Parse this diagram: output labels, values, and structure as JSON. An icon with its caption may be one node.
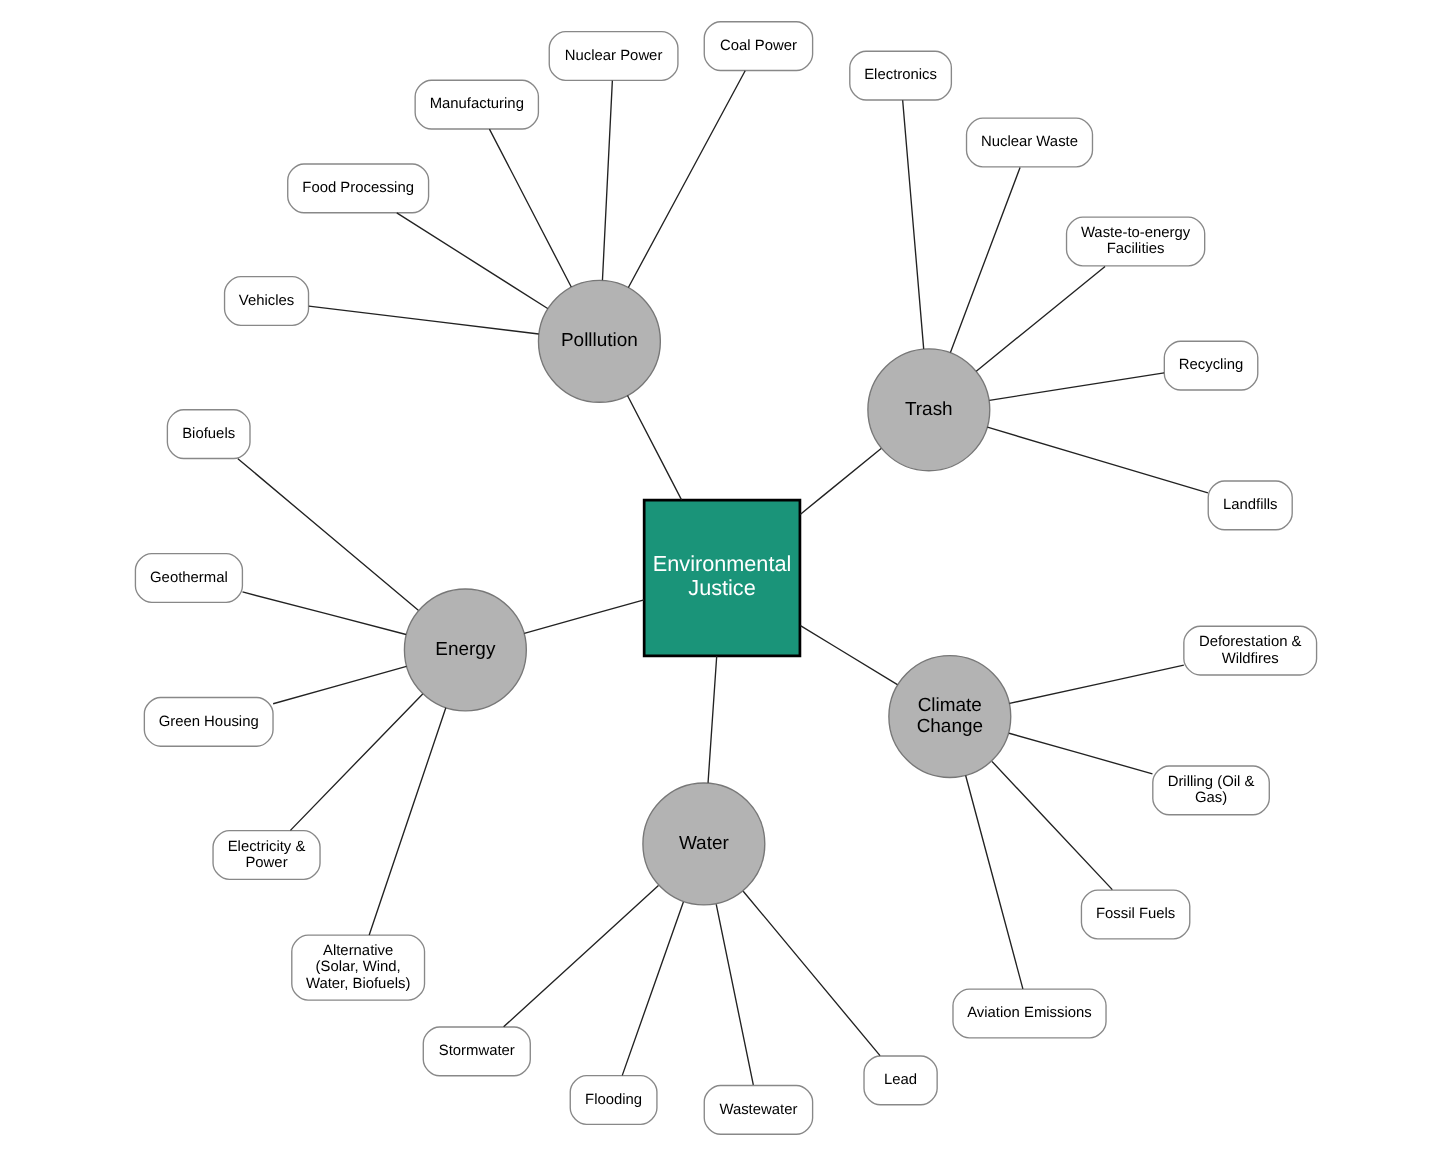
{
  "diagram": {
    "nodes": [
      {
        "text": [
          "Environmental Justice"
        ]
      },
      {
        "text": [
          "Trash"
        ]
      },
      {
        "text": [
          "Landfills"
        ]
      },
      {
        "text": [
          "Recycling"
        ]
      },
      {
        "text": [
          "Waste-to-energy Facilities"
        ]
      },
      {
        "text": [
          "Nuclear Waste"
        ]
      },
      {
        "text": [
          "Electronics"
        ]
      },
      {
        "text": [
          "Polllution"
        ]
      },
      {
        "text": [
          "Coal Power"
        ]
      },
      {
        "text": [
          "Nuclear Power"
        ]
      },
      {
        "text": [
          "Manufacturing"
        ]
      },
      {
        "text": [
          "Food Processing"
        ]
      },
      {
        "text": [
          "Vehicles"
        ]
      },
      {
        "text": [
          "Energy"
        ]
      },
      {
        "text": [
          "Biofuels"
        ]
      },
      {
        "text": [
          "Geothermal"
        ]
      },
      {
        "text": [
          "Green Housing"
        ]
      },
      {
        "text": [
          "Electricity & Power"
        ]
      },
      {
        "text": [
          "Alternative (Solar, Wind, Water, Biofuels)"
        ]
      },
      {
        "text": [
          "Water"
        ]
      },
      {
        "text": [
          "Stormwater"
        ]
      },
      {
        "text": [
          "Flooding"
        ]
      },
      {
        "text": [
          "Wastewater"
        ]
      },
      {
        "text": [
          "Lead"
        ]
      },
      {
        "text": [
          "Climate Change"
        ]
      },
      {
        "text": [
          "Aviation Emissions"
        ]
      },
      {
        "text": [
          "Fossil Fuels"
        ]
      },
      {
        "text": [
          "Drilling (Oil & Gas)"
        ]
      },
      {
        "text": [
          "Deforestation & Wildfires"
        ]
      }
    ],
    "edges": [
      {
        "from": 0,
        "to": 1,
        "arrow": "none"
      },
      {
        "from": 1,
        "to": 2,
        "arrow": "none"
      },
      {
        "from": 1,
        "to": 3,
        "arrow": "none"
      },
      {
        "from": 1,
        "to": 4,
        "arrow": "none"
      },
      {
        "from": 1,
        "to": 5,
        "arrow": "none"
      },
      {
        "from": 1,
        "to": 6,
        "arrow": "none"
      },
      {
        "from": 0,
        "to": 7,
        "arrow": "none"
      },
      {
        "from": 7,
        "to": 8,
        "arrow": "none"
      },
      {
        "from": 7,
        "to": 9,
        "arrow": "none"
      },
      {
        "from": 7,
        "to": 10,
        "arrow": "none"
      },
      {
        "from": 7,
        "to": 11,
        "arrow": "none"
      },
      {
        "from": 7,
        "to": 12,
        "arrow": "none"
      },
      {
        "from": 0,
        "to": 13,
        "arrow": "none"
      },
      {
        "from": 13,
        "to": 14,
        "arrow": "none"
      },
      {
        "from": 13,
        "to": 15,
        "arrow": "none"
      },
      {
        "from": 13,
        "to": 16,
        "arrow": "none"
      },
      {
        "from": 13,
        "to": 17,
        "arrow": "none"
      },
      {
        "from": 13,
        "to": 18,
        "arrow": "none"
      },
      {
        "from": 0,
        "to": 19,
        "arrow": "none"
      },
      {
        "from": 19,
        "to": 20,
        "arrow": "none"
      },
      {
        "from": 19,
        "to": 21,
        "arrow": "none"
      },
      {
        "from": 19,
        "to": 22,
        "arrow": "none"
      },
      {
        "from": 19,
        "to": 23,
        "arrow": "none"
      },
      {
        "from": 0,
        "to": 24,
        "arrow": "none"
      },
      {
        "from": 24,
        "to": 25,
        "arrow": "none"
      },
      {
        "from": 24,
        "to": 26,
        "arrow": "none"
      },
      {
        "from": 24,
        "to": 27,
        "arrow": "none"
      },
      {
        "from": 24,
        "to": 28,
        "arrow": "none"
      }
    ]
  }
}
